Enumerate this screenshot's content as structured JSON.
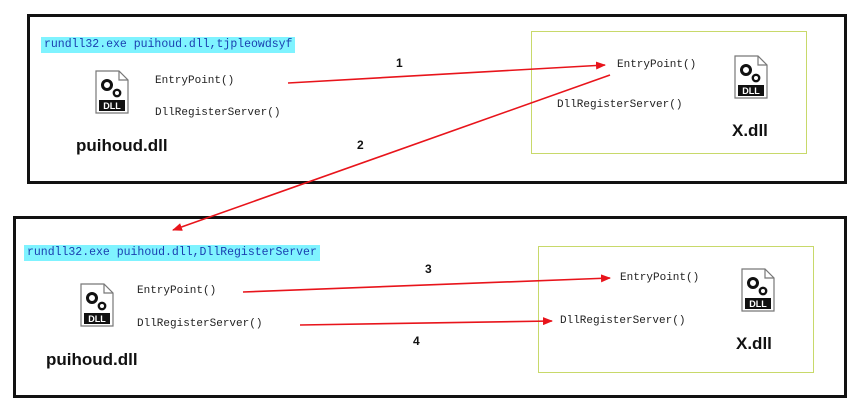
{
  "panel1": {
    "command": "rundll32.exe puihoud.dll,tjpleowdsyf",
    "left_dll": {
      "entry": "EntryPoint()",
      "register": "DllRegisterServer()",
      "name": "puihoud.dll"
    },
    "right_dll": {
      "entry": "EntryPoint()",
      "register": "DllRegisterServer()",
      "name": "X.dll"
    }
  },
  "panel2": {
    "command": "rundll32.exe puihoud.dll,DllRegisterServer",
    "left_dll": {
      "entry": "EntryPoint()",
      "register": "DllRegisterServer()",
      "name": "puihoud.dll"
    },
    "right_dll": {
      "entry": "EntryPoint()",
      "register": "DllRegisterServer()",
      "name": "X.dll"
    }
  },
  "icon": {
    "label": "DLL",
    "name": "dll-file-icon"
  },
  "arrows": [
    {
      "label": "1"
    },
    {
      "label": "2"
    },
    {
      "label": "3"
    },
    {
      "label": "4"
    }
  ],
  "colors": {
    "arrow": "#e8141b",
    "cmd_bg": "#7ff3ff",
    "cmd_text": "#1a3fb0",
    "inner_border": "#c8d96a"
  }
}
